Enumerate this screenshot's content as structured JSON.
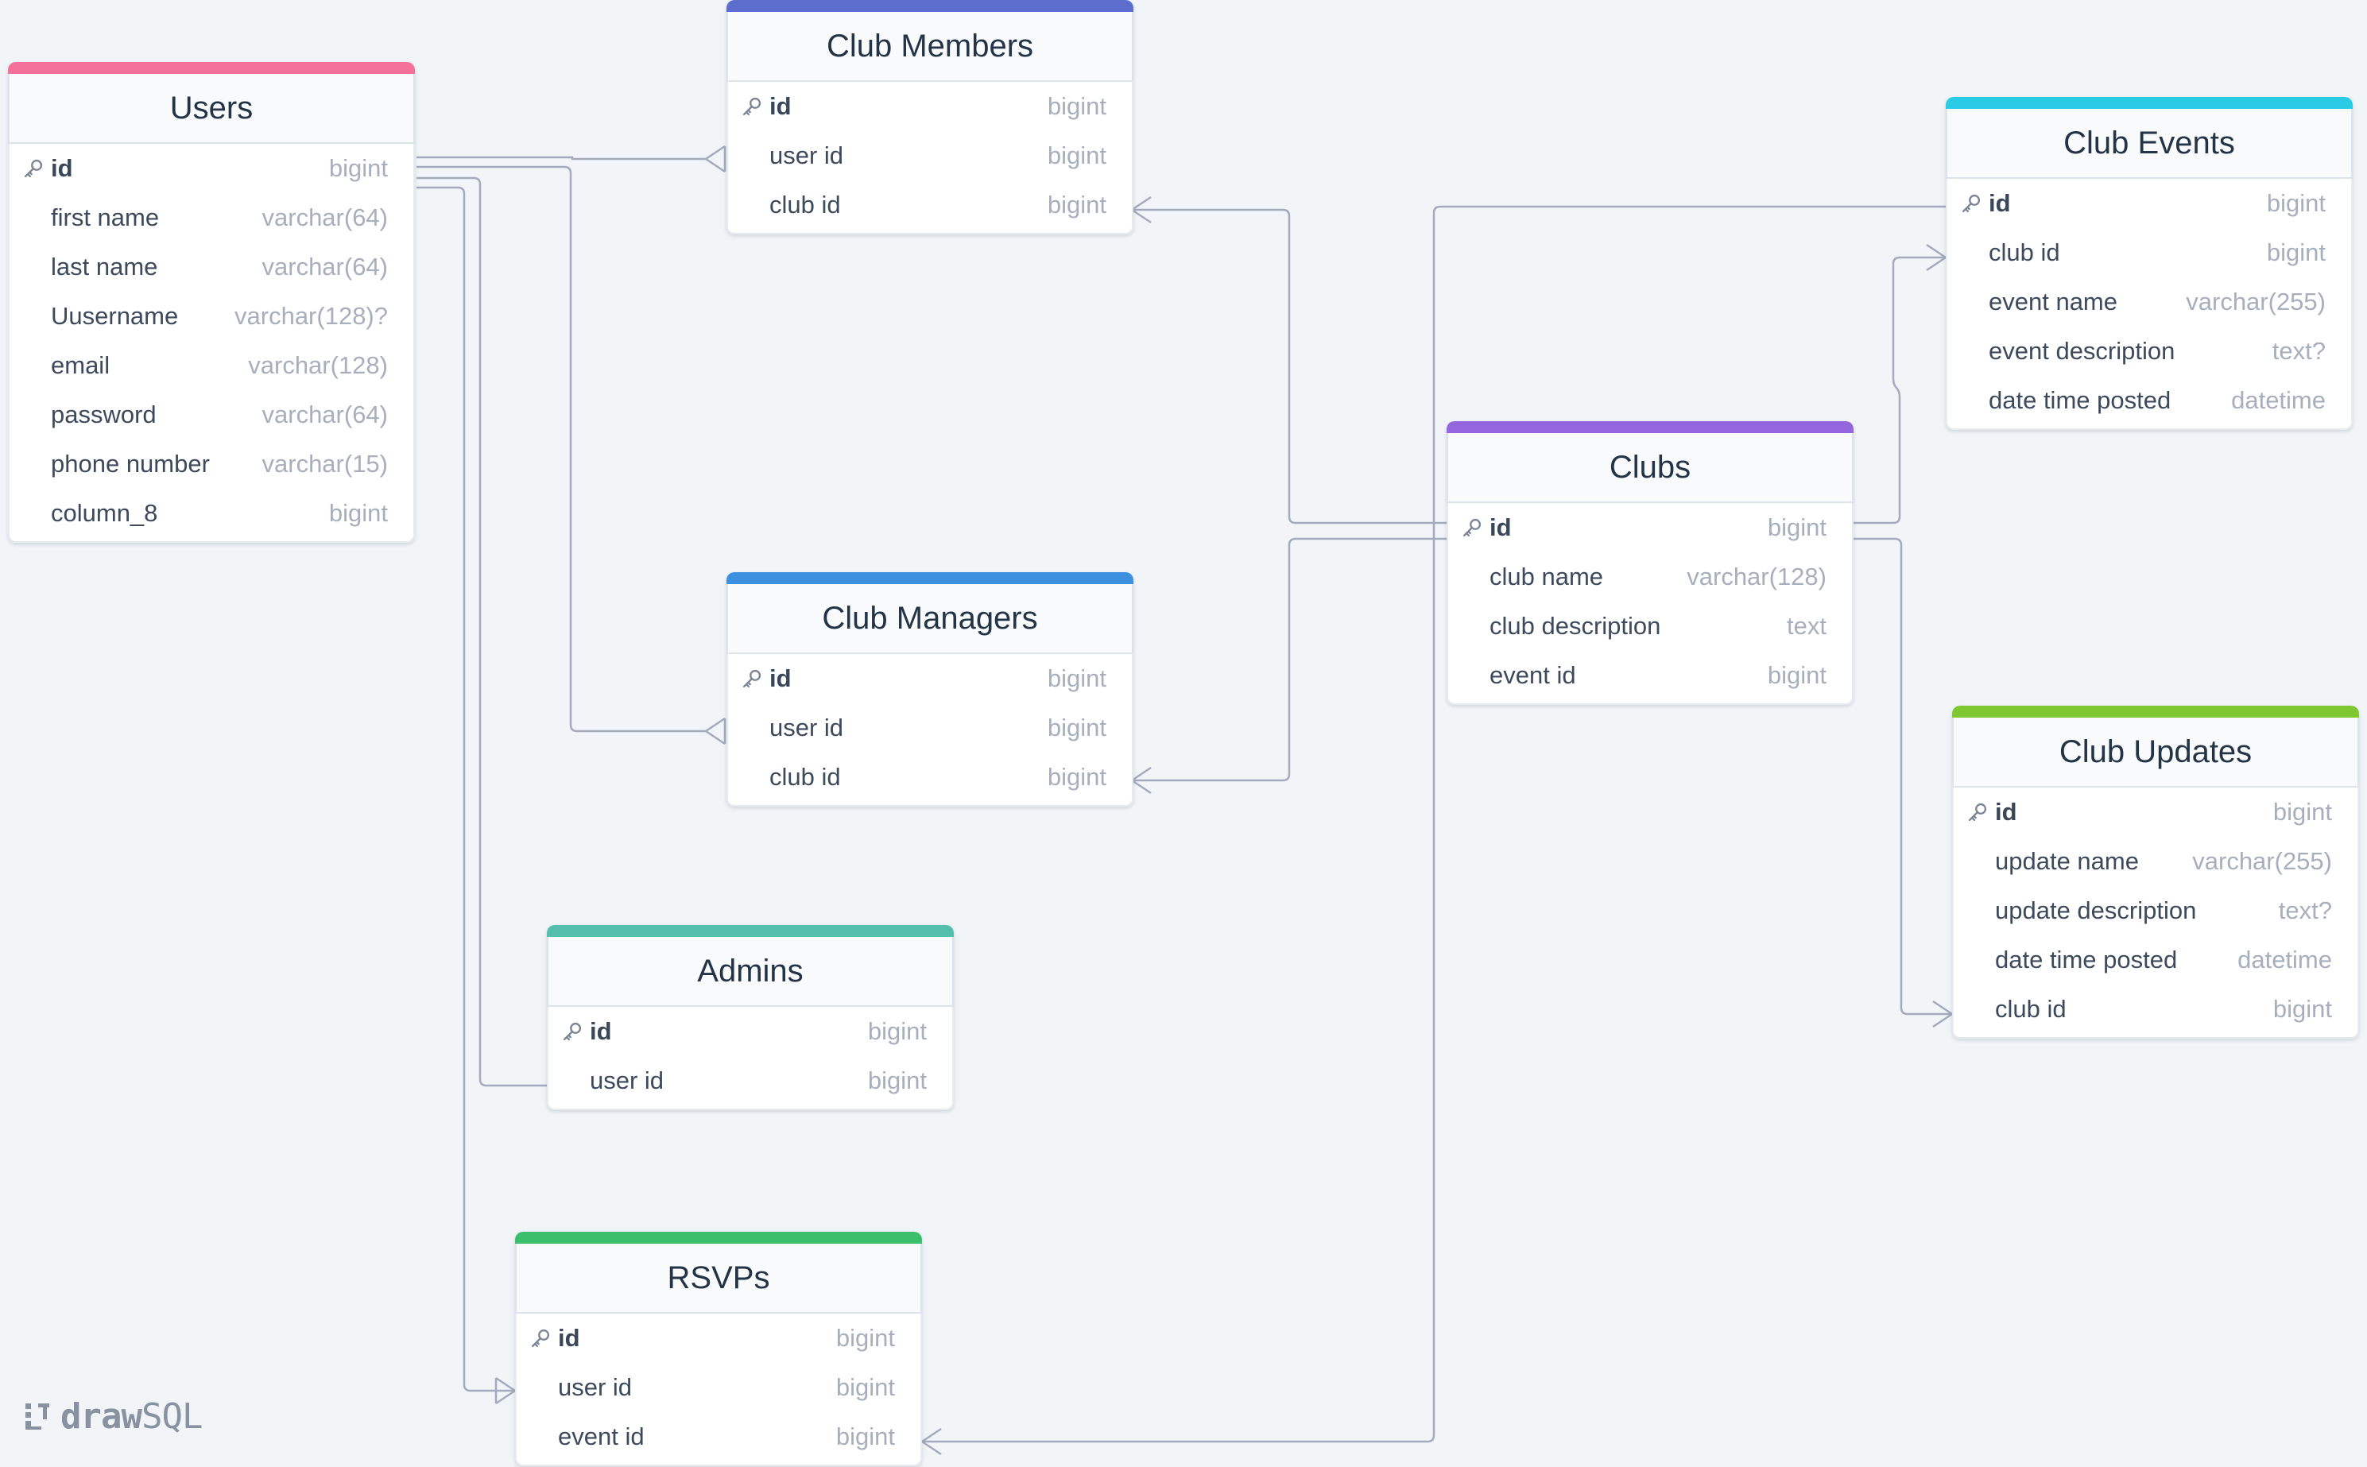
{
  "app": {
    "logo_bold": "draw",
    "logo_light": "SQL"
  },
  "colors": {
    "users": "#f4729a",
    "club_members": "#5d6ecf",
    "club_managers": "#3d8fdf",
    "admins": "#55bfae",
    "rsvps": "#3cbf6d",
    "clubs": "#9366dd",
    "club_events": "#2acbe4",
    "club_updates": "#80c832",
    "connector": "#a3abbd"
  },
  "tables": [
    {
      "id": "users",
      "name": "Users",
      "accent": "users",
      "fields": [
        {
          "name": "id",
          "type": "bigint",
          "pk": true
        },
        {
          "name": "first name",
          "type": "varchar(64)"
        },
        {
          "name": "last name",
          "type": "varchar(64)"
        },
        {
          "name": "Uusername",
          "type": "varchar(128)?"
        },
        {
          "name": "email",
          "type": "varchar(128)"
        },
        {
          "name": "password",
          "type": "varchar(64)"
        },
        {
          "name": "phone number",
          "type": "varchar(15)"
        },
        {
          "name": "column_8",
          "type": "bigint"
        }
      ]
    },
    {
      "id": "club_members",
      "name": "Club Members",
      "accent": "club_members",
      "fields": [
        {
          "name": "id",
          "type": "bigint",
          "pk": true
        },
        {
          "name": "user id",
          "type": "bigint"
        },
        {
          "name": "club id",
          "type": "bigint"
        }
      ]
    },
    {
      "id": "club_managers",
      "name": "Club Managers",
      "accent": "club_managers",
      "fields": [
        {
          "name": "id",
          "type": "bigint",
          "pk": true
        },
        {
          "name": "user id",
          "type": "bigint"
        },
        {
          "name": "club id",
          "type": "bigint"
        }
      ]
    },
    {
      "id": "admins",
      "name": "Admins",
      "accent": "admins",
      "fields": [
        {
          "name": "id",
          "type": "bigint",
          "pk": true
        },
        {
          "name": "user id",
          "type": "bigint"
        }
      ]
    },
    {
      "id": "rsvps",
      "name": "RSVPs",
      "accent": "rsvps",
      "fields": [
        {
          "name": "id",
          "type": "bigint",
          "pk": true
        },
        {
          "name": "user id",
          "type": "bigint"
        },
        {
          "name": "event id",
          "type": "bigint"
        }
      ]
    },
    {
      "id": "clubs",
      "name": "Clubs",
      "accent": "clubs",
      "fields": [
        {
          "name": "id",
          "type": "bigint",
          "pk": true
        },
        {
          "name": "club name",
          "type": "varchar(128)"
        },
        {
          "name": "club description",
          "type": "text"
        },
        {
          "name": "event id",
          "type": "bigint"
        }
      ]
    },
    {
      "id": "club_events",
      "name": "Club Events",
      "accent": "club_events",
      "fields": [
        {
          "name": "id",
          "type": "bigint",
          "pk": true
        },
        {
          "name": "club id",
          "type": "bigint"
        },
        {
          "name": "event name",
          "type": "varchar(255)"
        },
        {
          "name": "event description",
          "type": "text?"
        },
        {
          "name": "date time posted",
          "type": "datetime"
        }
      ]
    },
    {
      "id": "club_updates",
      "name": "Club Updates",
      "accent": "club_updates",
      "fields": [
        {
          "name": "id",
          "type": "bigint",
          "pk": true
        },
        {
          "name": "update name",
          "type": "varchar(255)"
        },
        {
          "name": "update description",
          "type": "text?"
        },
        {
          "name": "date time posted",
          "type": "datetime"
        },
        {
          "name": "club id",
          "type": "bigint"
        }
      ]
    }
  ]
}
